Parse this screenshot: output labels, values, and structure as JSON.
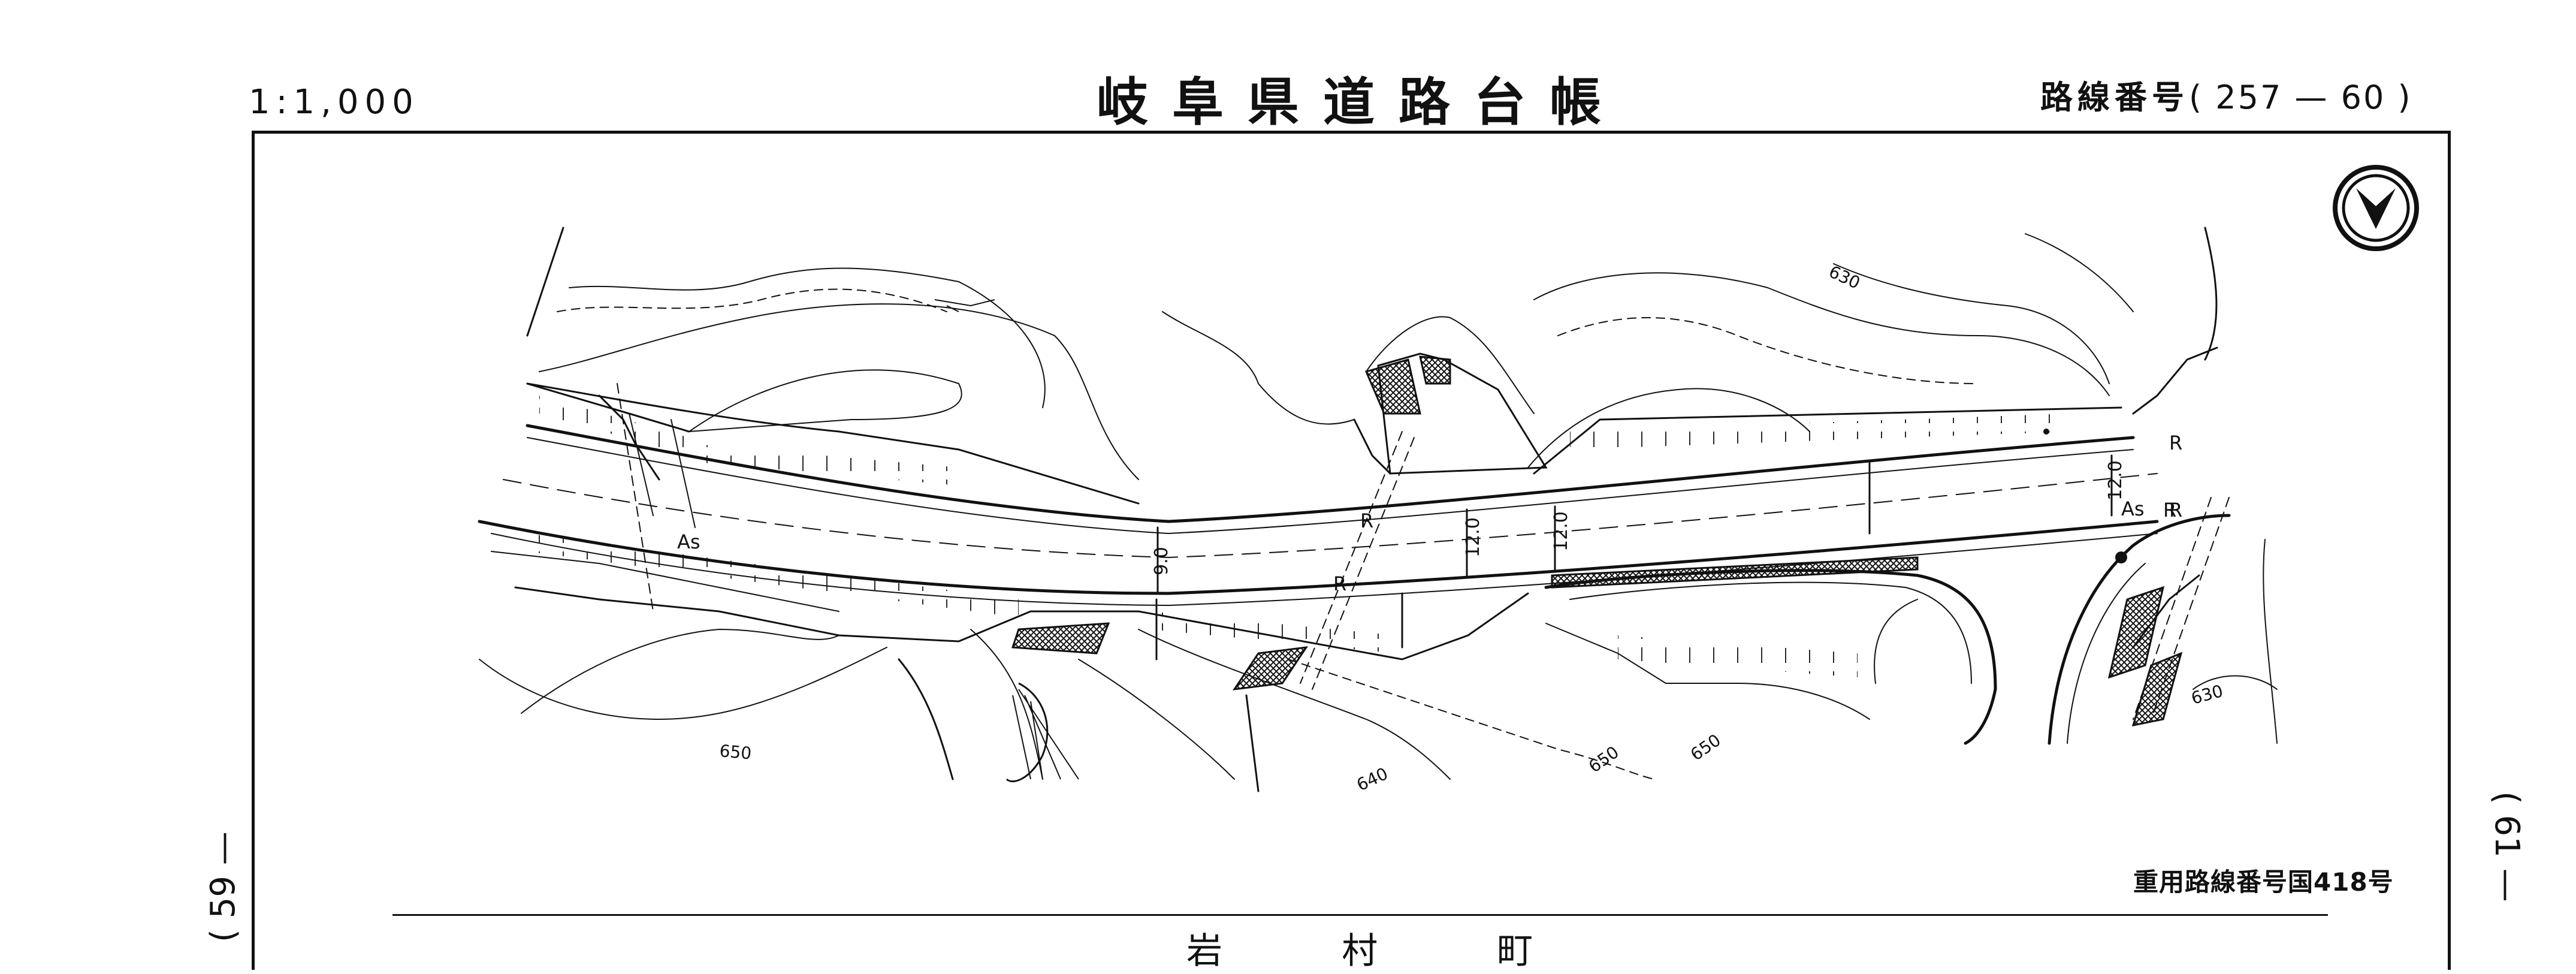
{
  "header": {
    "scale": "1:1,000",
    "title": "岐阜県道路台帳",
    "route_label": "路線番号",
    "route_number": "( 257 — 60 )"
  },
  "margins": {
    "left_page": "( 59 —",
    "right_page": "( 61 —"
  },
  "map": {
    "road_labels": [
      "As",
      "R",
      "R",
      "R",
      "R",
      "As",
      "R"
    ],
    "widths": [
      "9.0",
      "12.0",
      "12.0",
      "12.0"
    ],
    "contours": [
      "630",
      "640",
      "650",
      "650",
      "650",
      "630"
    ],
    "north_icon": "north-arrow-icon"
  },
  "footer": {
    "note": "重用路線番号国418号",
    "place": "岩 村 町"
  }
}
